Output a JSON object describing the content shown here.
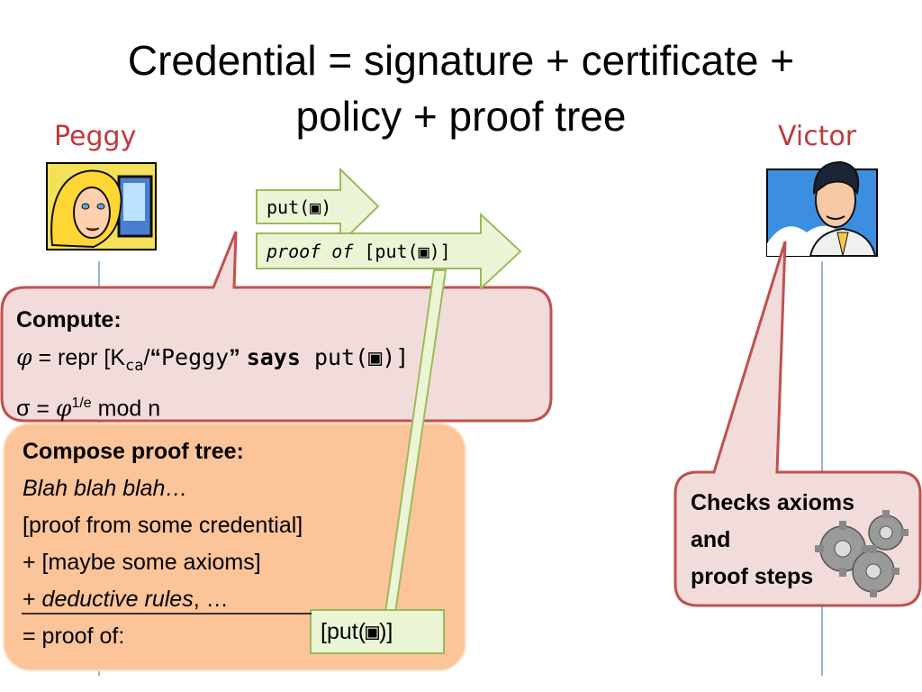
{
  "title": {
    "line1": "Credential = signature + certificate +",
    "line2": "policy + proof tree"
  },
  "actors": {
    "left": "Peggy",
    "right": "Victor"
  },
  "messages": {
    "put": {
      "prefix": "put(",
      "file_icon": "file-icon",
      "suffix": ")"
    },
    "proof_of": {
      "italic": "proof of",
      "prefix": " [put(",
      "suffix": ")]"
    }
  },
  "compute_callout": {
    "heading": "Compute:",
    "line1": {
      "phi": "φ",
      "eq": " = repr [K",
      "sub": "ca",
      "slash": "/",
      "q1": "“",
      "peggy": "Peggy",
      "q2": "” ",
      "says": "says",
      "put": " put(",
      "close": ")]"
    },
    "line2": {
      "sigma": "σ = ",
      "phi": "φ",
      "sup": "1/e",
      "rest": " mod n"
    }
  },
  "proof_callout": {
    "heading": "Compose proof tree:",
    "line1": "Blah blah blah…",
    "line2": "[proof from some credential]",
    "line3": "+ [maybe some axioms]",
    "line4_plus": "+ ",
    "line4_italic": "deductive rules",
    "line4_rest": ", …",
    "line5": "= proof of:"
  },
  "proof_box": {
    "prefix": "[put(",
    "suffix": ")]"
  },
  "victor_callout": {
    "line1": "Checks axioms",
    "line2": "and",
    "line3": "proof steps",
    "icon": "gears-icon"
  },
  "colors": {
    "title": "#000000",
    "actor": "#c0393b",
    "pink_fill": "#f2dcdb",
    "pink_stroke": "#c0504d",
    "orange_fill": "#fbc499",
    "green_fill": "#ebf5d6",
    "green_stroke": "#9bbb59",
    "lifeline": "#4f81bd"
  }
}
